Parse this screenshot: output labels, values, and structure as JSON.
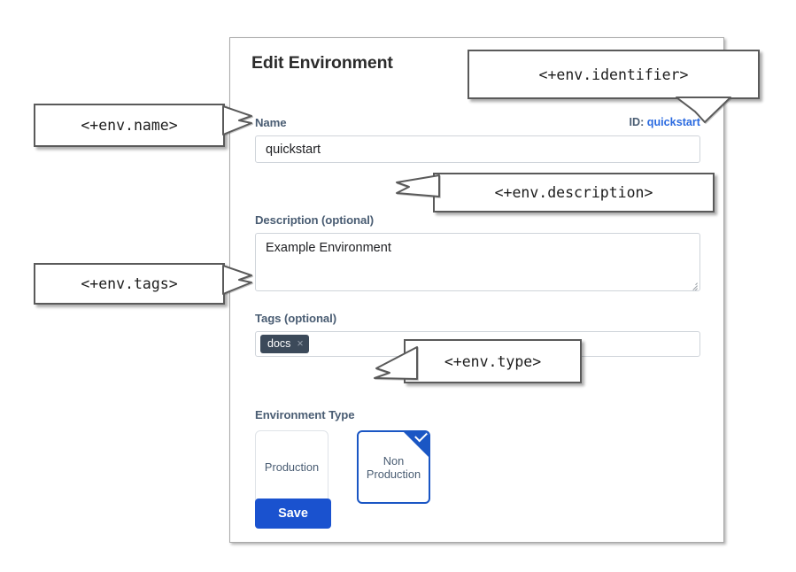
{
  "panel": {
    "title": "Edit Environment",
    "id_prefix": "ID:",
    "id_value": "quickstart",
    "fields": {
      "name": {
        "label": "Name",
        "value": "quickstart",
        "placeholder": ""
      },
      "description": {
        "label": "Description (optional)",
        "value": "Example Environment",
        "placeholder": ""
      },
      "tags": {
        "label": "Tags (optional)",
        "chips": [
          {
            "label": "docs",
            "remove_glyph": "×"
          }
        ],
        "placeholder": ""
      },
      "environment_type": {
        "label": "Environment Type",
        "options": [
          {
            "label": "Production",
            "selected": false
          },
          {
            "label": "Non Production",
            "selected": true
          }
        ]
      }
    },
    "save_label": "Save"
  },
  "annotations": [
    {
      "id": "name",
      "text": "<+env.name>"
    },
    {
      "id": "identifier",
      "text": "<+env.identifier>"
    },
    {
      "id": "description",
      "text": "<+env.description>"
    },
    {
      "id": "tags",
      "text": "<+env.tags>"
    },
    {
      "id": "type",
      "text": "<+env.type>"
    }
  ],
  "colors": {
    "accent_blue": "#1a52cf",
    "selected_border": "#1a56c4",
    "link_blue": "#2a6ae0",
    "label_slate": "#4a5d73",
    "tag_chip": "#3c4a5a",
    "callout_border": "#5a5a5a",
    "panel_border": "#a9a9a9",
    "input_border": "#cfd4da"
  }
}
